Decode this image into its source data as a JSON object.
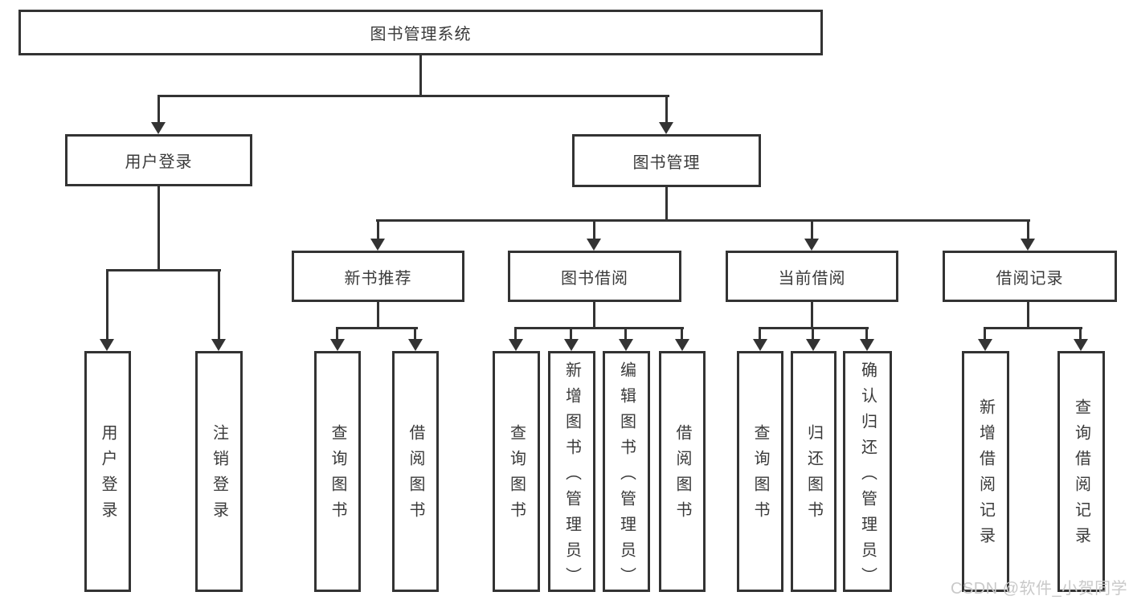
{
  "diagram": {
    "root": "图书管理系统",
    "branches": [
      {
        "label": "用户登录",
        "children": [
          "用户登录",
          "注销登录"
        ]
      },
      {
        "label": "图书管理",
        "subgroups": [
          {
            "label": "新书推荐",
            "children": [
              "查询图书",
              "借阅图书"
            ]
          },
          {
            "label": "图书借阅",
            "children": [
              "查询图书",
              "新增图书（管理员）",
              "编辑图书（管理员）",
              "借阅图书"
            ]
          },
          {
            "label": "当前借阅",
            "children": [
              "查询图书",
              "归还图书",
              "确认归还（管理员）"
            ]
          },
          {
            "label": "借阅记录",
            "children": [
              "新增借阅记录",
              "查询借阅记录"
            ]
          }
        ]
      }
    ]
  },
  "watermark": "CSDN @软件_小贺同学",
  "colors": {
    "line": "#333333",
    "text": "#3a3a3a",
    "background": "#ffffff",
    "watermark": "#c9c9c9"
  }
}
